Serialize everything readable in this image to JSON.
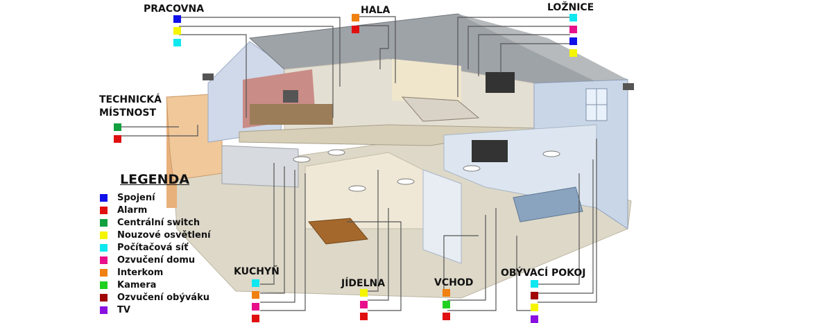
{
  "colors": {
    "spojeni": "#1010e8",
    "alarm": "#e01010",
    "centralni_switch": "#10a040",
    "nouzove_osvetleni": "#f5f500",
    "pocitacova_sit": "#10e8f0",
    "ozvuceni_domu": "#e8108a",
    "interkom": "#f08010",
    "kamera": "#20d020",
    "ozvuceni_obyvaku": "#a00808",
    "tv": "#8a10e0"
  },
  "rooms": {
    "pracovna": {
      "label": "PRACOVNA",
      "swatches": [
        "spojeni",
        "nouzove_osvetleni",
        "pocitacova_sit"
      ]
    },
    "hala": {
      "label": "HALA",
      "swatches": [
        "interkom",
        "alarm"
      ]
    },
    "loznice": {
      "label": "LOŽNICE",
      "swatches": [
        "pocitacova_sit",
        "ozvuceni_domu",
        "spojeni",
        "nouzove_osvetleni"
      ]
    },
    "technicka": {
      "label_line1": "TECHNICKÁ",
      "label_line2": "MÍSTNOST",
      "swatches": [
        "centralni_switch",
        "alarm"
      ]
    },
    "kuchyn": {
      "label": "KUCHYŇ",
      "swatches": [
        "pocitacova_sit",
        "interkom",
        "ozvuceni_domu",
        "alarm"
      ]
    },
    "jidelna": {
      "label": "JÍDELNA",
      "swatches": [
        "nouzove_osvetleni",
        "ozvuceni_domu",
        "alarm"
      ]
    },
    "vchod": {
      "label": "VCHOD",
      "swatches": [
        "interkom",
        "kamera",
        "alarm"
      ]
    },
    "obyvaci": {
      "label": "OBÝVACÍ POKOJ",
      "swatches": [
        "pocitacova_sit",
        "ozvuceni_obyvaku",
        "nouzove_osvetleni",
        "tv"
      ]
    }
  },
  "legend": {
    "title": "LEGENDA",
    "items": [
      {
        "key": "spojeni",
        "label": "Spojení"
      },
      {
        "key": "alarm",
        "label": "Alarm"
      },
      {
        "key": "centralni_switch",
        "label": "Centrální switch"
      },
      {
        "key": "nouzove_osvetleni",
        "label": "Nouzové osvětlení"
      },
      {
        "key": "pocitacova_sit",
        "label": "Počítačová síť"
      },
      {
        "key": "ozvuceni_domu",
        "label": "Ozvučení domu"
      },
      {
        "key": "interkom",
        "label": "Interkom"
      },
      {
        "key": "kamera",
        "label": "Kamera"
      },
      {
        "key": "ozvuceni_obyvaku",
        "label": "Ozvučení obýváku"
      },
      {
        "key": "tv",
        "label": "TV"
      }
    ]
  }
}
